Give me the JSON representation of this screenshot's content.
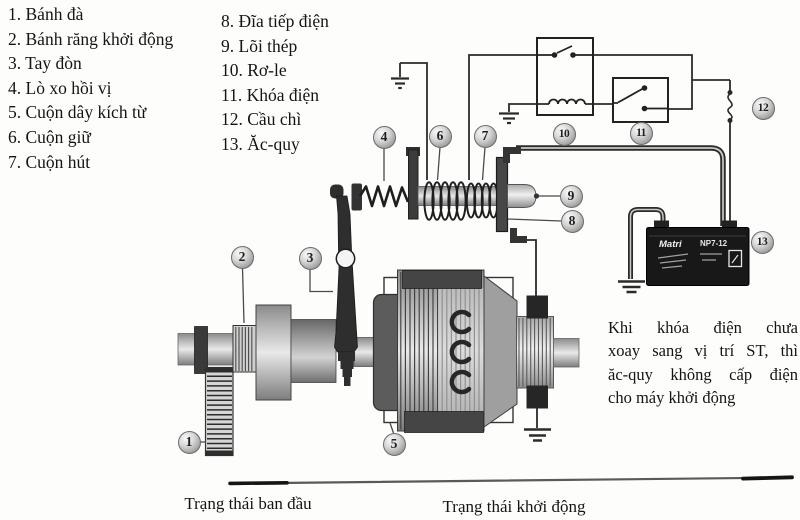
{
  "legend": {
    "left_items": [
      {
        "num": "1",
        "label": "Bánh đà"
      },
      {
        "num": "2",
        "label": "Bánh răng khởi động"
      },
      {
        "num": "3",
        "label": "Tay đòn"
      },
      {
        "num": "4",
        "label": "Lò xo hồi vị"
      },
      {
        "num": "5",
        "label": "Cuộn dây kích từ"
      },
      {
        "num": "6",
        "label": "Cuộn giữ"
      },
      {
        "num": "7",
        "label": "Cuộn hút"
      }
    ],
    "right_items": [
      {
        "num": "8",
        "label": "Đĩa tiếp điện"
      },
      {
        "num": "9",
        "label": "Lõi thép"
      },
      {
        "num": "10",
        "label": "Rơ-le"
      },
      {
        "num": "11",
        "label": "Khóa điện"
      },
      {
        "num": "12",
        "label": "Cầu chì"
      },
      {
        "num": "13",
        "label": "Ăc-quy"
      }
    ]
  },
  "note": {
    "lines": [
      "Khi khóa điện chưa",
      "xoay sang vị trí ST, thì",
      "ăc-quy không cấp điện",
      "cho máy khởi động"
    ]
  },
  "captions": {
    "initial": "Trạng thái ban đầu",
    "starting": "Trạng thái khởi động"
  },
  "battery": {
    "brand": "Matri",
    "model": "NP7-12"
  },
  "callouts": {
    "labels": [
      "1",
      "2",
      "3",
      "4",
      "5",
      "6",
      "7",
      "8",
      "9",
      "10",
      "11",
      "12",
      "13"
    ]
  },
  "colors": {
    "ink": "#2b2b2b",
    "metal_dark": "#3a3a3a",
    "paper": "#fdfdfb"
  }
}
